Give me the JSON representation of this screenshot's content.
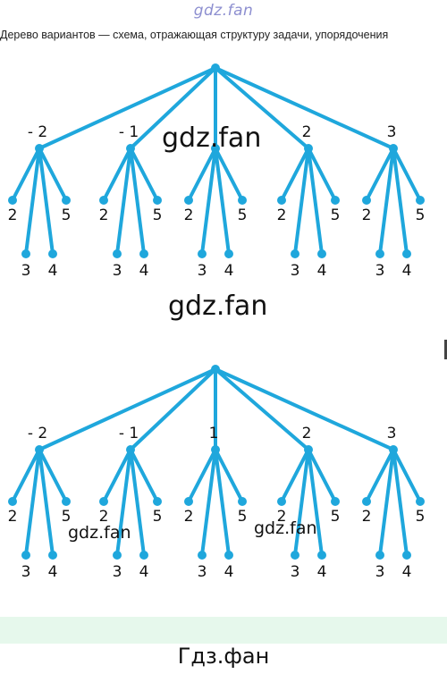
{
  "header": {
    "watermark": "gdz.fan",
    "caption": "Дерево вариантов — схема, отражающая структуру задачи, упорядочения"
  },
  "trees": [
    {
      "first_level": [
        "- 2",
        "- 1",
        "",
        "2",
        "3"
      ],
      "leaves": [
        "2",
        "5",
        "3",
        "4"
      ]
    },
    {
      "first_level": [
        "- 2",
        "- 1",
        "1",
        "2",
        "3"
      ],
      "leaves": [
        "2",
        "5",
        "3",
        "4"
      ]
    }
  ],
  "watermarks": {
    "mid_tree1": "gdz.fan",
    "between": "gdz.fan",
    "tree2_left": "gdz.fan",
    "tree2_right": "gdz.fan"
  },
  "footer": {
    "text": "Гдз.фан",
    "band_color": "#e6f8ec"
  },
  "colors": {
    "tree": "#1fa7dc"
  }
}
